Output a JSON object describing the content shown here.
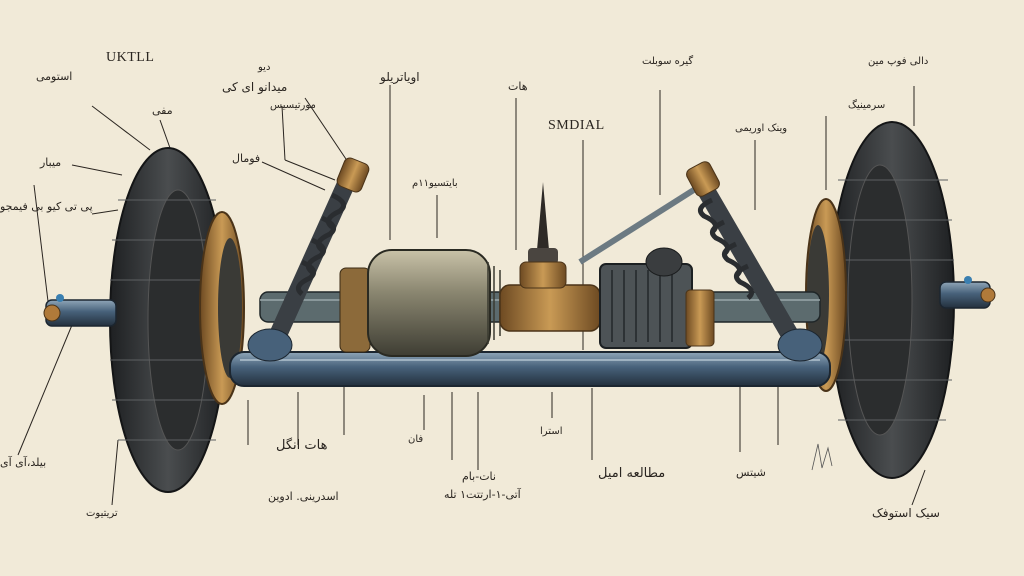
{
  "diagram": {
    "headings": {
      "top_left": "UKTLL",
      "center": "SMDIAL"
    },
    "labels": [
      "استومی",
      "مفی",
      "میبار",
      "پی تی کیو بی فیمجو",
      "دیو",
      "میدانو ای کی",
      "مورتیسیس",
      "فومال",
      "اوياتريلو",
      "هات",
      "بايتسيو۱۱م",
      "گیره سوبلت",
      "وینک اوریمی",
      "دالی فوپ مین",
      "سرمینیگ",
      "بیلد،آی آی",
      "تریتیوت",
      "هات انگل",
      "اسدرینی. ادوین",
      "فان",
      "نات-بام",
      "آتی-۱-ارتتت۱ تله",
      "استرا",
      "مطالعه امیل",
      "شیتس",
      "سیک استوفک"
    ],
    "colors": {
      "paper": "#f1ead8",
      "ink": "#2a2520",
      "tire": "#2b2d2e",
      "steel": "#47617a",
      "brass": "#a87a3c"
    }
  }
}
